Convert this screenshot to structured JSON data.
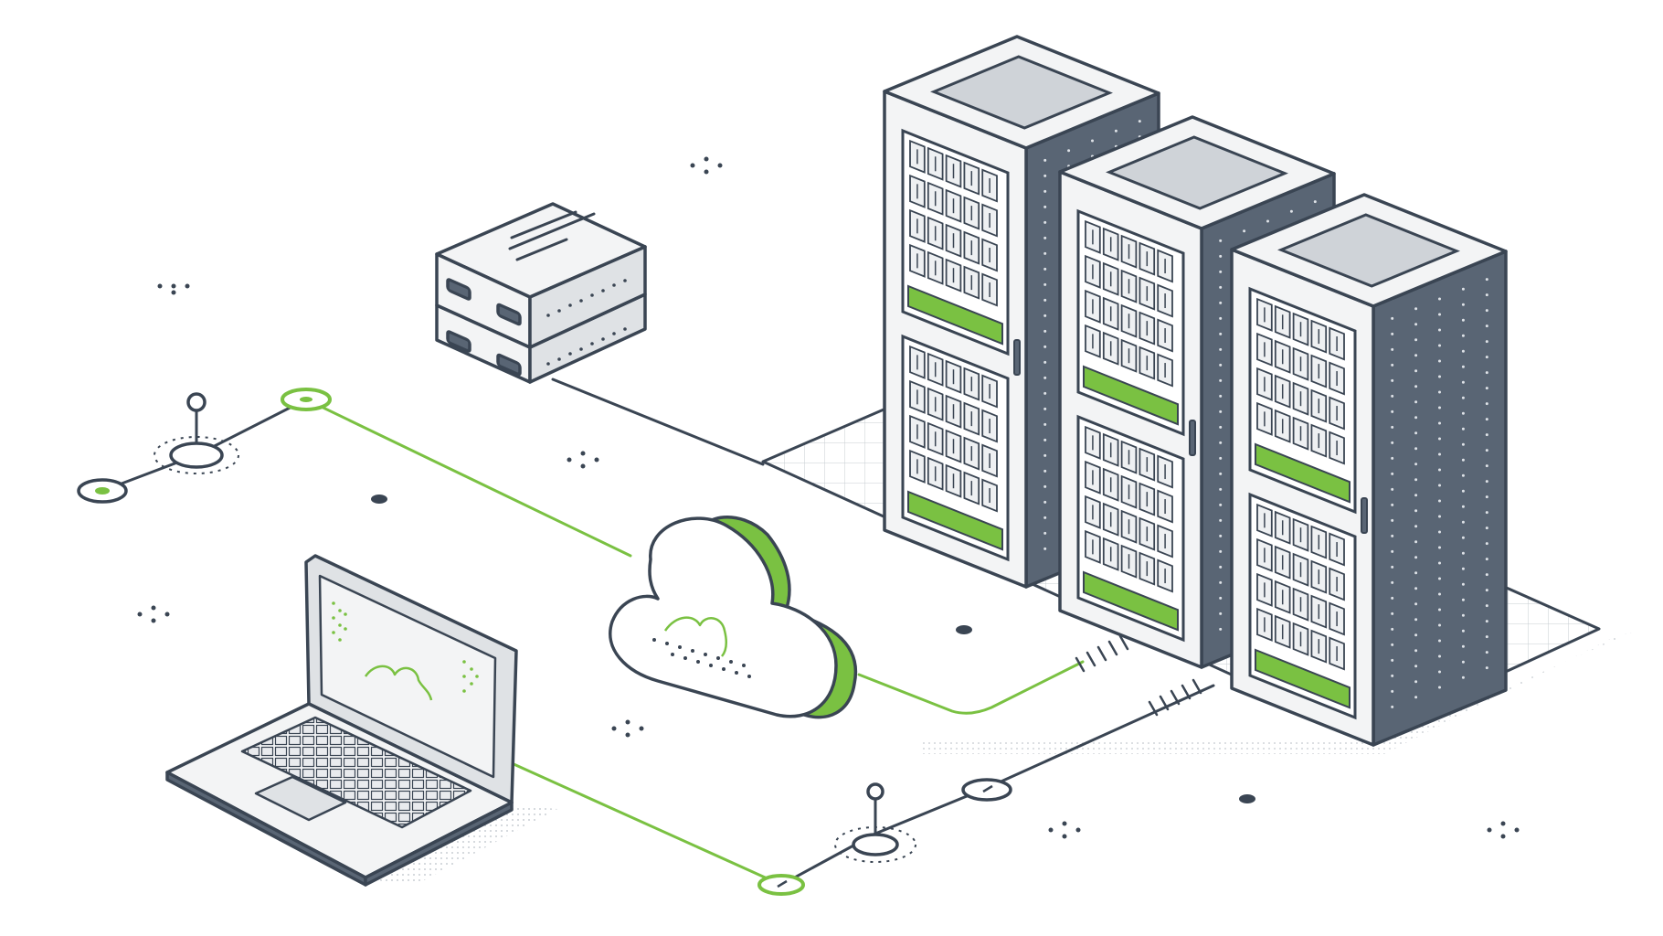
{
  "colors": {
    "background": "#ffffff",
    "outline": "#3a4553",
    "accent": "#7ac142",
    "panel_light": "#f3f4f5",
    "panel_mid": "#dfe2e5",
    "panel_dark": "#596574",
    "lid": "#cfd3d8",
    "floor_grid": "#c7ccd2"
  },
  "nodes": [
    {
      "id": "laptop",
      "icon": "laptop-icon",
      "label": ""
    },
    {
      "id": "cloud",
      "icon": "cloud-icon",
      "label": ""
    },
    {
      "id": "storage-unit",
      "icon": "stacked-server-icon",
      "label": ""
    },
    {
      "id": "rack-1",
      "icon": "server-rack-icon",
      "label": ""
    },
    {
      "id": "rack-2",
      "icon": "server-rack-icon",
      "label": ""
    },
    {
      "id": "rack-3",
      "icon": "server-rack-icon",
      "label": ""
    }
  ],
  "edges": [
    {
      "from": "laptop",
      "to": "connector-bottom",
      "style": "accent"
    },
    {
      "from": "connector-bottom",
      "to": "rack-floor",
      "style": "outline"
    },
    {
      "from": "network-node-left",
      "to": "cloud",
      "style": "accent"
    },
    {
      "from": "cloud",
      "to": "rack-floor",
      "style": "accent"
    },
    {
      "from": "storage-unit",
      "to": "rack-floor",
      "style": "outline"
    }
  ]
}
